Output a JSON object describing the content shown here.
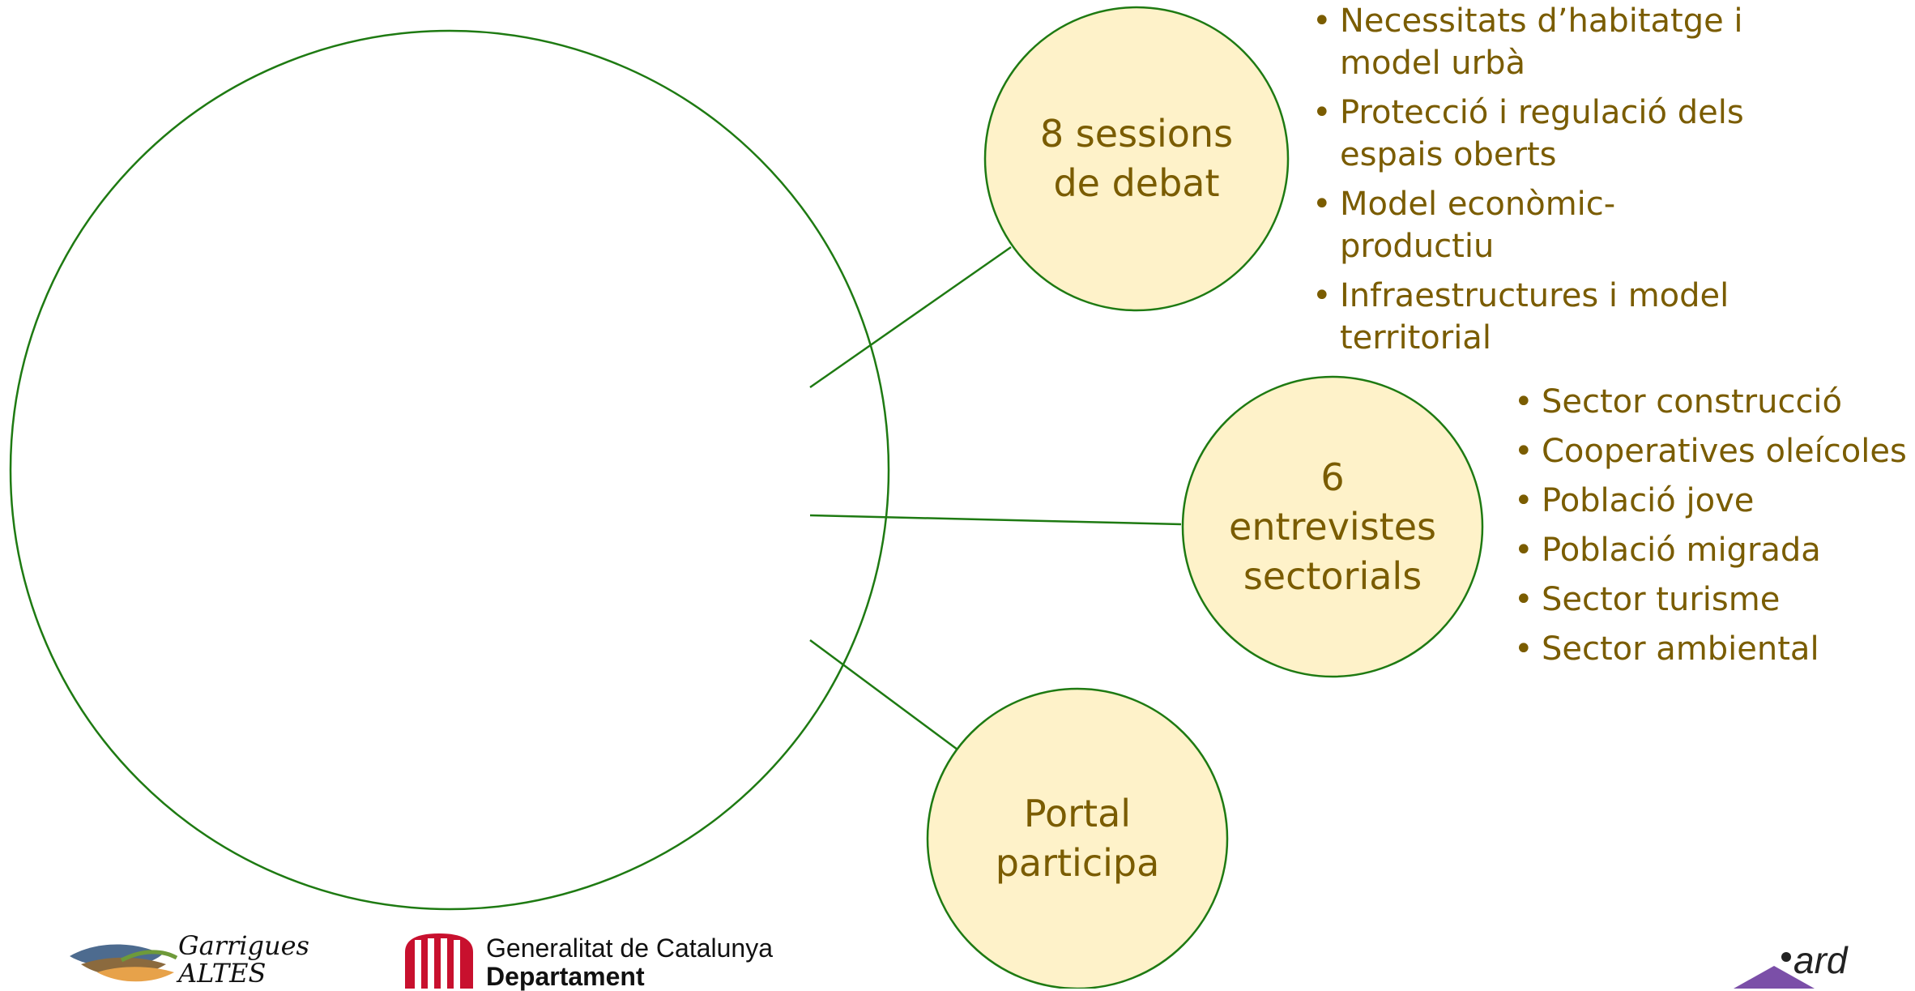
{
  "colors": {
    "line": "#1e7a12",
    "node_fill": "#fef2c9",
    "node_text": "#7a5c00"
  },
  "nodes": [
    {
      "id": "debat",
      "label": "8 sessions\nde debat"
    },
    {
      "id": "entrevistes",
      "label": "6\nentrevistes\nsectorials"
    },
    {
      "id": "portal",
      "label": "Portal\nparticipa"
    }
  ],
  "lists": {
    "debat": [
      "Necessitats d’habitatge i model urbà",
      "Protecció i regulació dels espais oberts",
      "Model econòmic-productiu",
      "Infraestructures i model territorial"
    ],
    "entrevistes": [
      "Sector construcció",
      "Cooperatives oleícoles",
      "Població jove",
      "Població migrada",
      "Sector turisme",
      "Sector ambiental"
    ]
  },
  "footer": {
    "garrigues_logo_text": "Garrigues ALTES",
    "gov_line1": "Generalitat de Catalunya",
    "gov_line2": "Departament",
    "ardil_logo_text": "ard"
  }
}
